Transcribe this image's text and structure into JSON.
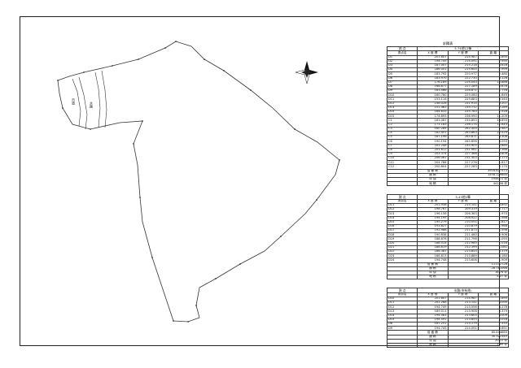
{
  "sheet": {
    "lot_labels": [
      "市道",
      "水路"
    ]
  },
  "tables": [
    {
      "title": "求積表",
      "subtitle": "3-74他12筆",
      "headers": [
        "測 点",
        "X 座 標",
        "Y 座 標",
        "距 離"
      ],
      "point_header": "測点名",
      "rows": [
        [
          "D1",
          "201.607",
          "214.987",
          "1.895"
        ],
        [
          "D2",
          "194.745",
          "214.091",
          "7.990"
        ],
        [
          "D3",
          "187.007",
          "215.218",
          "6.616"
        ],
        [
          "D4",
          "186.001",
          "215.600",
          "7.999"
        ],
        [
          "D5",
          "183.792",
          "220.977",
          "2.480"
        ],
        [
          "D6",
          "183.970",
          "222.730",
          "5.126"
        ],
        [
          "D7",
          "176.189",
          "224.043",
          "15.886"
        ],
        [
          "D8",
          "168.677",
          "227.189",
          "0.676"
        ],
        [
          "D9",
          "163.566",
          "228.871",
          "1.776"
        ],
        [
          "D10",
          "160.780",
          "229.080",
          "1.649"
        ],
        [
          "D11",
          "153.116",
          "229.883",
          "9.563"
        ],
        [
          "D12",
          "148.028",
          "231.914",
          "3.207"
        ],
        [
          "D13",
          "151.461",
          "235.712",
          "2.289"
        ],
        [
          "D14",
          "164.633",
          "235.783",
          "1.518"
        ],
        [
          "D15",
          "174.893",
          "236.990",
          "11.209"
        ],
        [
          "C1",
          "183.087",
          "234.893",
          "13.893"
        ],
        [
          "C2",
          "171.183",
          "236.174",
          "11.843"
        ],
        [
          "C3",
          "180.284",
          "262.300",
          "1.487"
        ],
        [
          "C4",
          "182.451",
          "263.863",
          "22.529"
        ],
        [
          "C5",
          "187.196",
          "265.871",
          "3.308"
        ],
        [
          "C6",
          "190.194",
          "265.896",
          "8.093"
        ],
        [
          "C7",
          "201.248",
          "235.905",
          "5.865"
        ],
        [
          "C8",
          "201.612",
          "231.961",
          "2.368"
        ],
        [
          "C9",
          "203.374",
          "227.368",
          "6.809"
        ],
        [
          "C10",
          "206.061",
          "231.303",
          "5.173"
        ],
        [
          "C11",
          "204.788",
          "227.276",
          "1.817"
        ],
        [
          "C12",
          "200.804",
          "227.283",
          "5.170"
        ]
      ],
      "summary": [
        [
          "倍 面 積",
          "3916.827373"
        ],
        [
          "面 積",
          "1458.129880"
        ],
        [
          "坪 換",
          "1958.72 坪"
        ],
        [
          "地 積",
          "441.06 坪"
        ]
      ]
    },
    {
      "title": "",
      "subtitle": "3-43他2筆",
      "headers": [
        "測 点",
        "X 座 標",
        "Y 座 標",
        "距 離"
      ],
      "point_header": "測点名",
      "rows": [
        [
          "D11",
          "201.938",
          "215.141",
          "4.892"
        ],
        [
          "D12",
          "198.767",
          "209.319",
          "2.777"
        ],
        [
          "D13",
          "196.156",
          "206.363",
          "1.970"
        ],
        [
          "D14",
          "194.195",
          "208.922",
          "1.568"
        ],
        [
          "D15",
          "195.279",
          "210.051",
          "1.817"
        ],
        [
          "D16",
          "193.827",
          "210.879",
          "1.968"
        ],
        [
          "D17",
          "192.986",
          "211.873",
          "1.598"
        ],
        [
          "D18",
          "190.838",
          "211.460",
          "0.906"
        ],
        [
          "D19",
          "188.678",
          "211.796",
          "1.050"
        ],
        [
          "D20",
          "188.014",
          "212.985",
          "1.016"
        ],
        [
          "D21",
          "188.619",
          "212.399",
          "1.081"
        ],
        [
          "D22",
          "186.387",
          "213.855",
          "0.379"
        ],
        [
          "D23",
          "186.813",
          "213.889",
          "6.180"
        ],
        [
          "D24",
          "194.748",
          "213.606",
          "1.909"
        ]
      ],
      "summary": [
        [
          "倍 面 積",
          "11.032726"
        ],
        [
          "面 積",
          "28.781066"
        ],
        [
          "坪 換",
          "16.76 坪"
        ],
        [
          "地 積",
          "5.07 坪"
        ]
      ]
    },
    {
      "title": "",
      "subtitle": "水路(市有地)",
      "headers": [
        "測 点",
        "X 座 標",
        "Y 座 標",
        "距 離"
      ],
      "point_header": "測点名",
      "rows": [
        [
          "D10",
          "201.607",
          "214.987",
          "1.895"
        ],
        [
          "D11",
          "201.268",
          "213.141",
          "8.090"
        ],
        [
          "D12",
          "194.749",
          "213.556",
          "8.278"
        ],
        [
          "D13",
          "189.011",
          "213.908",
          "0.379"
        ],
        [
          "D14",
          "194.581",
          "213.605",
          "6.009"
        ],
        [
          "D15",
          "194.591",
          "213.855",
          "0.018"
        ],
        [
          "D8",
          "187.251",
          "215.179",
          "7.555"
        ],
        [
          "D9",
          "194.745",
          "214.091",
          "6.891"
        ]
      ],
      "summary": [
        [
          "倍 面 積",
          "60.644689"
        ],
        [
          "面 積",
          "30.322345"
        ],
        [
          "坪 換",
          "20.22 坪"
        ],
        [
          "地 積",
          "7.69 坪"
        ]
      ]
    }
  ]
}
